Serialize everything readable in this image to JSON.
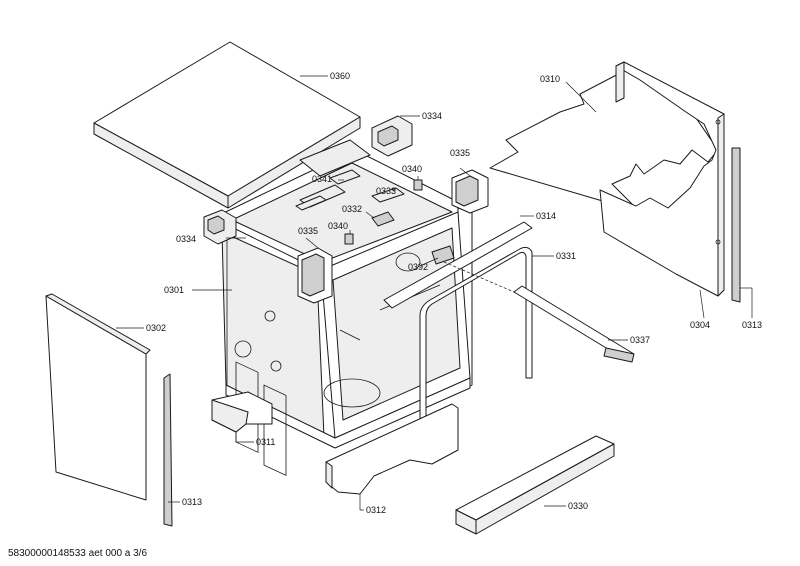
{
  "diagram": {
    "labels": {
      "p0360": "0360",
      "p0334a": "0334",
      "p0334b": "0334",
      "p0310": "0310",
      "p0335a": "0335",
      "p0335b": "0335",
      "p0340a": "0340",
      "p0340b": "0340",
      "p0341": "0341",
      "p0333": "0333",
      "p0332": "0332",
      "p0314": "0314",
      "p0331": "0331",
      "p0392": "0392",
      "p0301": "0301",
      "p0302": "0302",
      "p0304": "0304",
      "p0313a": "0313",
      "p0313b": "0313",
      "p0337": "0337",
      "p0311": "0311",
      "p0312": "0312",
      "p0330": "0330"
    },
    "footer": "58300000148533 aet 000 a 3/6"
  }
}
